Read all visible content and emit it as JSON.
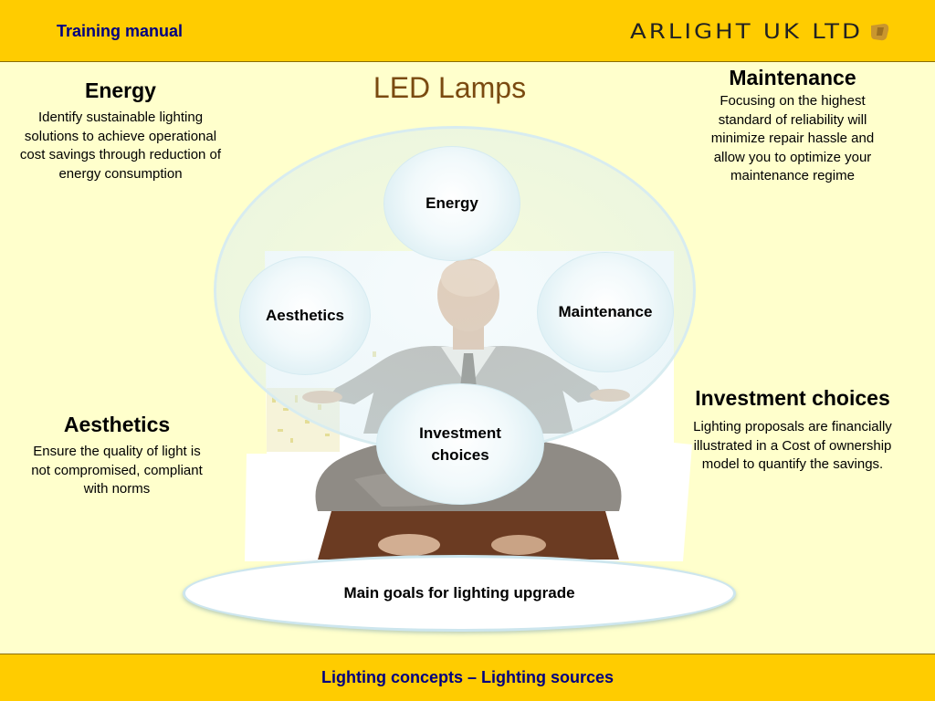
{
  "header": {
    "title": "Training manual",
    "logo_text": "ARLIGHT UK LTD"
  },
  "page_title": "LED Lamps",
  "panels": {
    "energy": {
      "heading": "Energy",
      "text": "Identify sustainable lighting solutions to achieve operational cost savings through reduction of energy consumption"
    },
    "maintenance": {
      "heading": "Maintenance",
      "text": "Focusing on the highest standard of reliability will minimize repair hassle and allow you to optimize your maintenance regime"
    },
    "aesthetics": {
      "heading": "Aesthetics",
      "text": "Ensure the quality of light is not compromised, compliant with norms"
    },
    "investment": {
      "heading": "Investment choices",
      "text": "Lighting proposals are financially illustrated in a Cost of ownership model to quantify the savings."
    }
  },
  "bubbles": {
    "energy": "Energy",
    "aesthetics": "Aesthetics",
    "maintenance": "Maintenance",
    "investment": "Investment choices"
  },
  "base_label": "Main goals for lighting upgrade",
  "footer": "Lighting concepts – Lighting sources",
  "colors": {
    "bar": "#FFCC00",
    "background": "#FFFFCC",
    "header_text": "#000080",
    "title_text": "#7a4a10",
    "bubble_edge": "#cfe8ef"
  }
}
